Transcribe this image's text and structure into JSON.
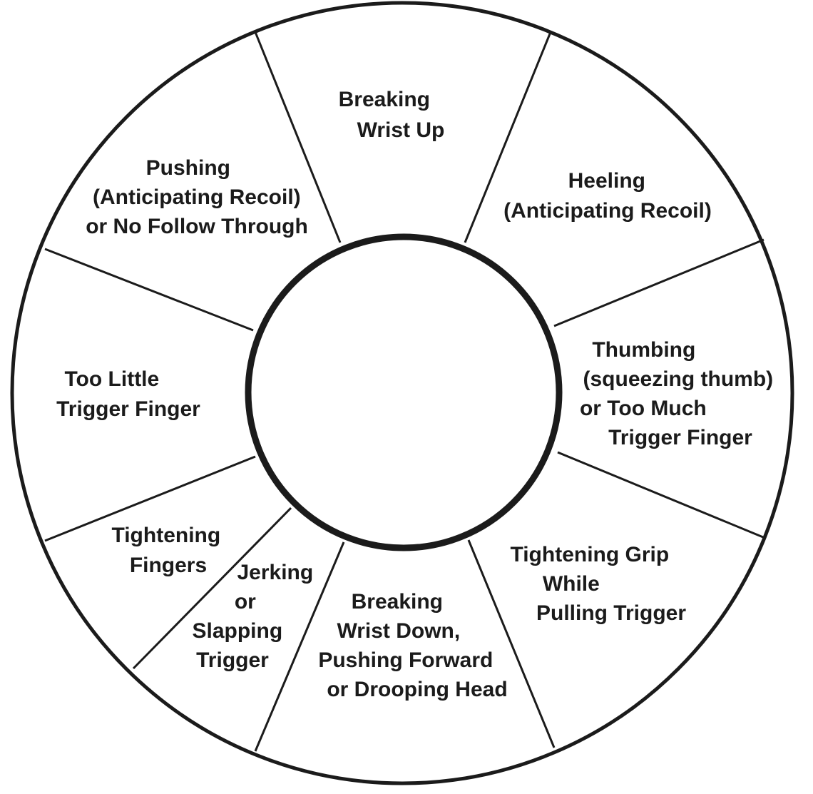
{
  "diagram": {
    "colors": {
      "ink": "#1b1b1b",
      "paper": "#ffffff"
    },
    "segments": [
      {
        "id": "breaking-wrist-up",
        "lines": [
          "Breaking",
          "Wrist Up"
        ]
      },
      {
        "id": "heeling",
        "lines": [
          "Heeling",
          "(Anticipating Recoil)"
        ]
      },
      {
        "id": "thumbing",
        "lines": [
          "Thumbing",
          "(squeezing thumb)",
          "or Too Much",
          "Trigger Finger"
        ]
      },
      {
        "id": "tightening-grip",
        "lines": [
          "Tightening Grip",
          "While",
          "Pulling Trigger"
        ]
      },
      {
        "id": "breaking-wrist-down",
        "lines": [
          "Breaking",
          "Wrist Down,",
          "Pushing Forward",
          "or Drooping Head"
        ]
      },
      {
        "id": "jerking",
        "lines": [
          "Jerking",
          "or",
          "Slapping",
          "Trigger"
        ]
      },
      {
        "id": "tightening-fingers",
        "lines": [
          "Tightening",
          "Fingers"
        ]
      },
      {
        "id": "too-little-trigger-finger",
        "lines": [
          "Too Little",
          "Trigger Finger"
        ]
      },
      {
        "id": "pushing",
        "lines": [
          "Pushing",
          "(Anticipating Recoil)",
          "or No Follow Through"
        ]
      }
    ]
  }
}
